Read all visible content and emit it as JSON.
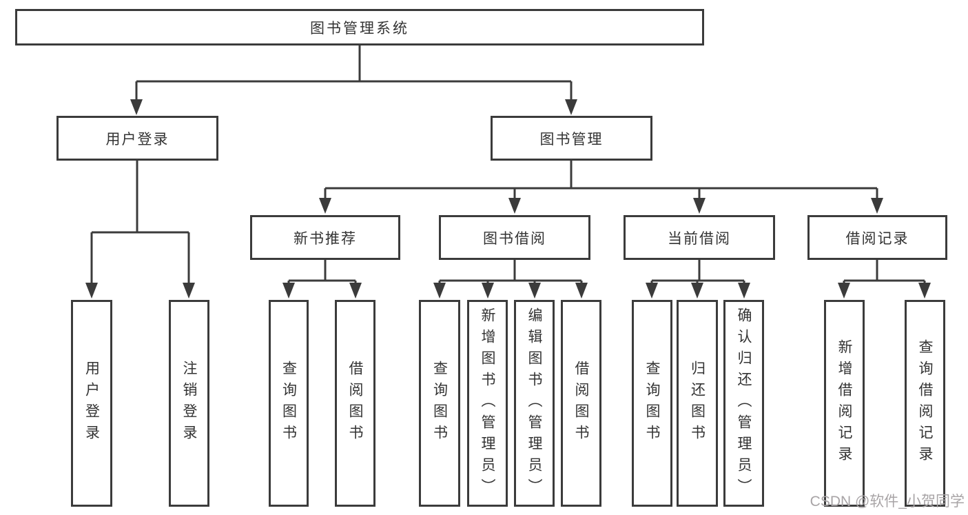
{
  "root": {
    "label": "图书管理系统"
  },
  "level2": {
    "user_login": {
      "label": "用户登录"
    },
    "book_management": {
      "label": "图书管理"
    }
  },
  "level3": {
    "new_book_recommend": {
      "label": "新书推荐"
    },
    "book_borrow": {
      "label": "图书借阅"
    },
    "current_borrow": {
      "label": "当前借阅"
    },
    "borrow_records": {
      "label": "借阅记录"
    }
  },
  "leaves": {
    "user_login": [
      "用户登录",
      "注销登录"
    ],
    "new_book_recommend": [
      "查询图书",
      "借阅图书"
    ],
    "book_borrow": [
      "查询图书",
      "新增图书（管理员）",
      "编辑图书（管理员）",
      "借阅图书"
    ],
    "current_borrow": [
      "查询图书",
      "归还图书",
      "确认归还（管理员）"
    ],
    "borrow_records": [
      "新增借阅记录",
      "查询借阅记录"
    ]
  },
  "watermark": "CSDN @软件_小贺同学",
  "colors": {
    "line": "#3b3b3b",
    "text": "#333333",
    "watermark": "#a8a4a6",
    "background": "#ffffff"
  }
}
